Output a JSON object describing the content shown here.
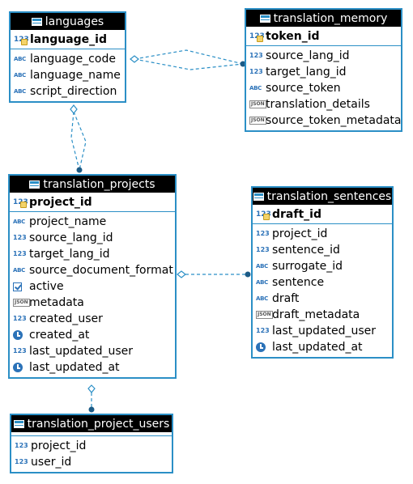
{
  "entities": {
    "languages": {
      "title": "languages",
      "pk": {
        "name": "language_id",
        "icon": "numeric-key-icon"
      },
      "columns": [
        {
          "name": "language_code",
          "icon": "text-type-icon"
        },
        {
          "name": "language_name",
          "icon": "text-type-icon"
        },
        {
          "name": "script_direction",
          "icon": "text-type-icon"
        }
      ]
    },
    "translation_memory": {
      "title": "translation_memory",
      "pk": {
        "name": "token_id",
        "icon": "numeric-key-icon"
      },
      "columns": [
        {
          "name": "source_lang_id",
          "icon": "numeric-type-icon"
        },
        {
          "name": "target_lang_id",
          "icon": "numeric-type-icon"
        },
        {
          "name": "source_token",
          "icon": "text-type-icon"
        },
        {
          "name": "translation_details",
          "icon": "json-type-icon"
        },
        {
          "name": "source_token_metadata",
          "icon": "json-type-icon"
        }
      ]
    },
    "translation_projects": {
      "title": "translation_projects",
      "pk": {
        "name": "project_id",
        "icon": "numeric-key-icon"
      },
      "columns": [
        {
          "name": "project_name",
          "icon": "text-type-icon"
        },
        {
          "name": "source_lang_id",
          "icon": "numeric-type-icon"
        },
        {
          "name": "target_lang_id",
          "icon": "numeric-type-icon"
        },
        {
          "name": "source_document_format",
          "icon": "text-type-icon"
        },
        {
          "name": "active",
          "icon": "boolean-type-icon"
        },
        {
          "name": "metadata",
          "icon": "json-type-icon"
        },
        {
          "name": "created_user",
          "icon": "numeric-type-icon"
        },
        {
          "name": "created_at",
          "icon": "timestamp-type-icon"
        },
        {
          "name": "last_updated_user",
          "icon": "numeric-type-icon"
        },
        {
          "name": "last_updated_at",
          "icon": "timestamp-type-icon"
        }
      ]
    },
    "translation_sentences": {
      "title": "translation_sentences",
      "pk": {
        "name": "draft_id",
        "icon": "numeric-key-icon"
      },
      "columns": [
        {
          "name": "project_id",
          "icon": "numeric-type-icon"
        },
        {
          "name": "sentence_id",
          "icon": "numeric-type-icon"
        },
        {
          "name": "surrogate_id",
          "icon": "text-type-icon"
        },
        {
          "name": "sentence",
          "icon": "text-type-icon"
        },
        {
          "name": "draft",
          "icon": "text-type-icon"
        },
        {
          "name": "draft_metadata",
          "icon": "json-type-icon"
        },
        {
          "name": "last_updated_user",
          "icon": "numeric-type-icon"
        },
        {
          "name": "last_updated_at",
          "icon": "timestamp-type-icon"
        }
      ]
    },
    "translation_project_users": {
      "title": "translation_project_users",
      "columns": [
        {
          "name": "project_id",
          "icon": "numeric-type-icon"
        },
        {
          "name": "user_id",
          "icon": "numeric-type-icon"
        }
      ]
    }
  },
  "icon_glyphs": {
    "numeric": "123",
    "text": "ABC",
    "json": "JSON"
  },
  "colors": {
    "border": "#2b8fc6",
    "header_bg": "#000000",
    "header_text": "#ffffff",
    "connector": "#2b8fc6",
    "icon_blue": "#2b72b8"
  }
}
